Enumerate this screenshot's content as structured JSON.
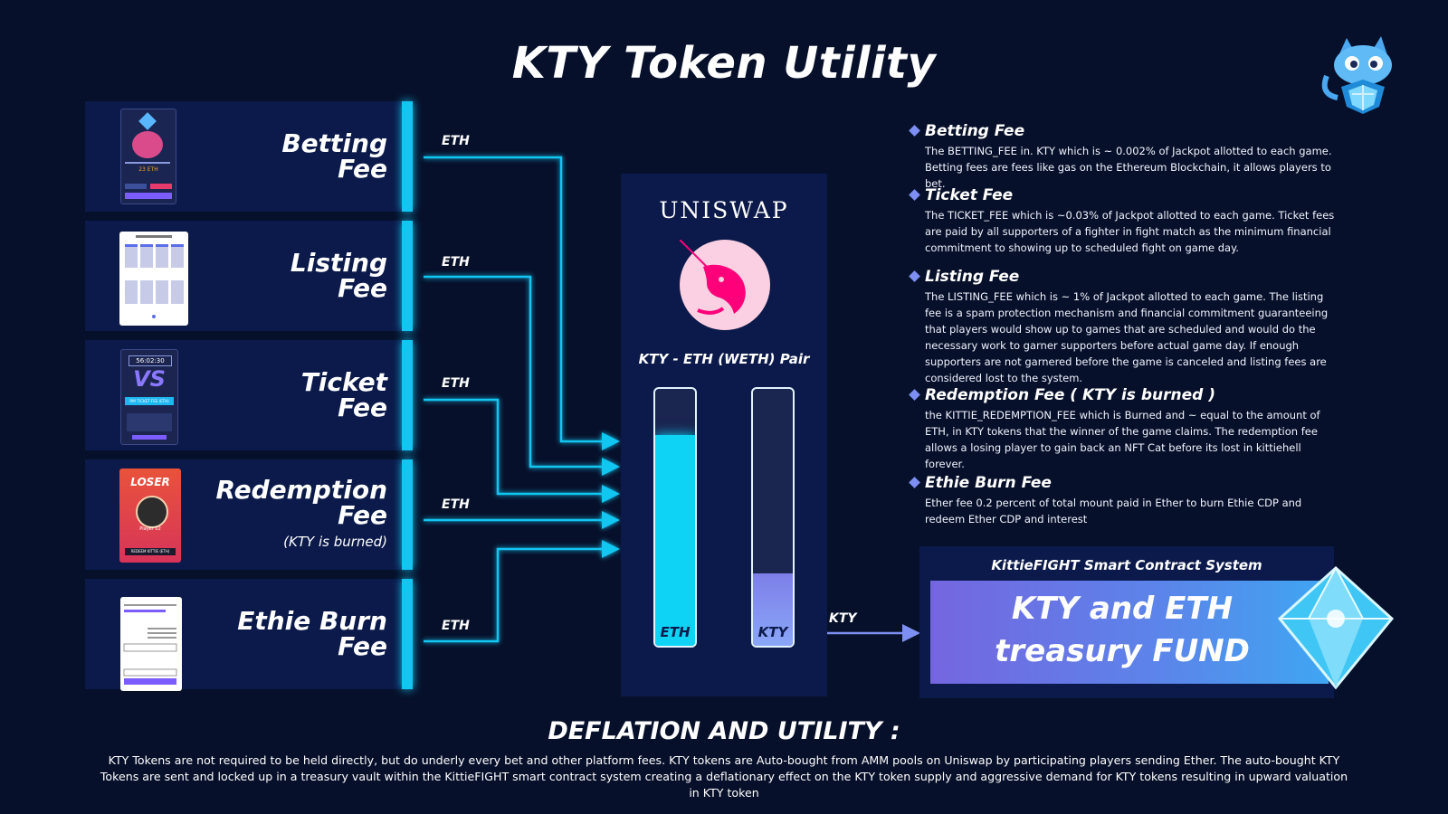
{
  "title": "KTY Token Utility",
  "fees": [
    {
      "label_line1": "Betting",
      "label_line2": "Fee",
      "sub": "",
      "edge": "ETH"
    },
    {
      "label_line1": "Listing",
      "label_line2": "Fee",
      "sub": "",
      "edge": "ETH"
    },
    {
      "label_line1": "Ticket",
      "label_line2": "Fee",
      "sub": "",
      "edge": "ETH"
    },
    {
      "label_line1": "Redemption",
      "label_line2": "Fee",
      "sub": "(KTY is burned)",
      "edge": "ETH"
    },
    {
      "label_line1": "Ethie Burn",
      "label_line2": "Fee",
      "sub": "",
      "edge": "ETH"
    }
  ],
  "thumbnails": {
    "betting": {
      "amount": "23 ETH"
    },
    "ticket": {
      "timer": "56:02:30",
      "vs": "VS",
      "button": "PAY TICKET FEE (ETH)"
    },
    "redemption": {
      "badge": "LOSER",
      "player": "Player 02",
      "button": "REDEEM KITTIE (ETH)"
    }
  },
  "uniswap": {
    "name": "UNISWAP",
    "pair": "KTY - ETH (WETH) Pair",
    "eth_tube_label": "ETH",
    "kty_tube_label": "KTY",
    "eth_level": 0.82,
    "kty_level": 0.28
  },
  "kty_edge_label": "KTY",
  "bullets": [
    {
      "heading": "Betting Fee",
      "text": "The BETTING_FEE in. KTY which is ~ 0.002% of Jackpot allotted to each game. Betting fees are fees like gas on the Ethereum Blockchain, it allows players to bet."
    },
    {
      "heading": "Ticket Fee",
      "text": "The TICKET_FEE which is ~0.03% of Jackpot allotted to each game. Ticket fees are paid by all supporters of a fighter in fight match as the minimum financial commitment to showing up to scheduled fight on game day."
    },
    {
      "heading": "Listing Fee",
      "text": "The LISTING_FEE which is ~ 1% of Jackpot allotted to each game. The listing fee is a spam protection mechanism and financial commitment guaranteeing that players would show up to games that are scheduled and would do the necessary work to garner supporters before actual game day. If enough supporters are not garnered before the game is canceled and listing fees are considered lost to the system."
    },
    {
      "heading": "Redemption Fee ( KTY is burned )",
      "text": "the KITTIE_REDEMPTION_FEE which is Burned and ~ equal to the amount of ETH, in KTY tokens that the winner of the game claims. The redemption fee allows a losing player to gain back an NFT Cat before its lost in kittiehell forever."
    },
    {
      "heading": "Ethie Burn Fee",
      "text": "Ether fee 0.2 percent of total mount paid in Ether to burn Ethie CDP and redeem Ether CDP and interest"
    }
  ],
  "treasury": {
    "header": "KittieFIGHT Smart Contract System",
    "line1": "KTY and ETH",
    "line2": "treasury FUND"
  },
  "deflation": {
    "heading": "DEFLATION AND UTILITY :",
    "body": "KTY Tokens are not required to be held directly, but do underly every bet and other platform fees. KTY tokens are Auto-bought from AMM pools on Uniswap by participating players sending Ether. The auto-bought KTY Tokens are sent and locked up in a treasury vault within the KittieFIGHT smart contract system creating a deflationary effect on the KTY token supply and aggressive demand for KTY tokens resulting in upward valuation in KTY token"
  },
  "colors": {
    "background": "#07102a",
    "panel": "#0b1a4a",
    "flow_line": "#12c6f2",
    "kty_flow": "#7d8ff2",
    "uniswap_pink": "#ff007a"
  },
  "icons": [
    "mascot-cat-icon",
    "uniswap-unicorn-icon",
    "diamond-gem-icon",
    "bullet-diamond-icon"
  ]
}
